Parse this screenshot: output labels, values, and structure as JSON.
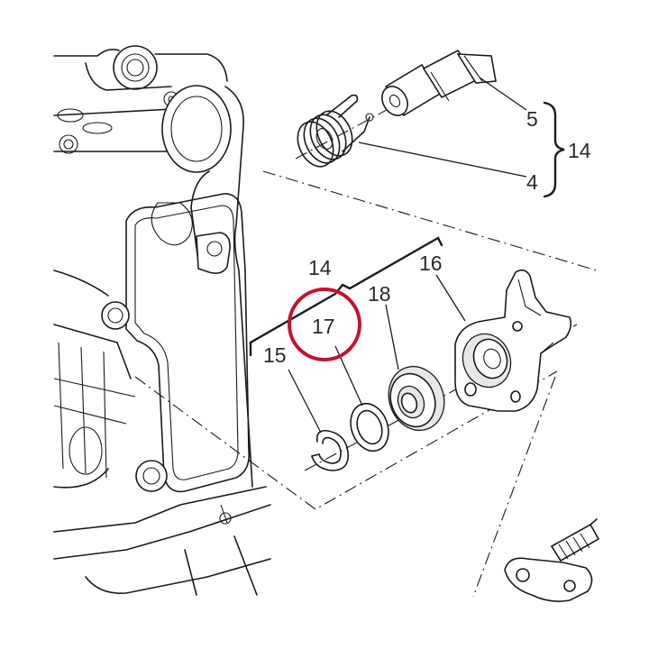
{
  "callouts": {
    "c5": "5",
    "c4": "4",
    "c14_group": "14",
    "c14": "14",
    "c16": "16",
    "c18": "18",
    "c17": "17",
    "c15": "15"
  },
  "colors": {
    "highlight": "#c8102e",
    "line": "#1a1a1a",
    "background": "#ffffff"
  }
}
